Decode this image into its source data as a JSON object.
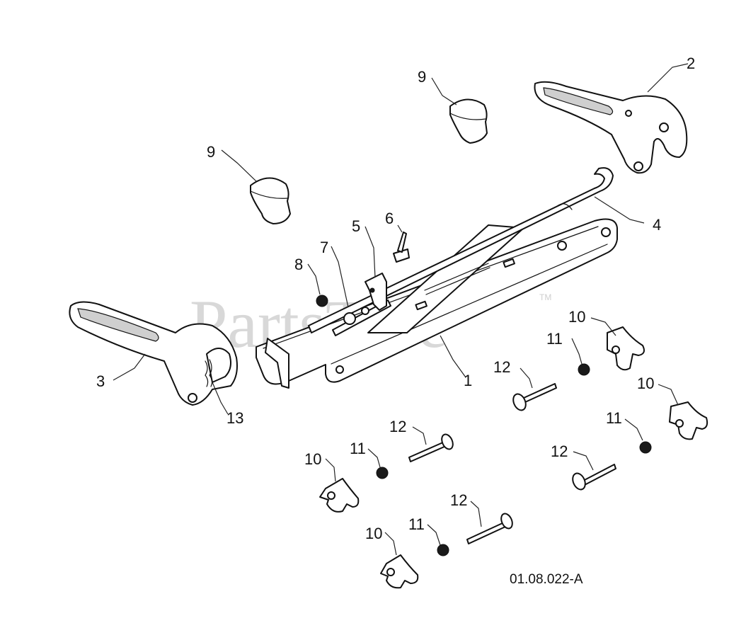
{
  "watermark": {
    "text": "PartsTree",
    "trademark": "TM"
  },
  "drawing_code": "01.08.022-A",
  "callouts": {
    "c1": "1",
    "c2": "2",
    "c3": "3",
    "c4": "4",
    "c5": "5",
    "c6": "6",
    "c7": "7",
    "c8": "8",
    "c9a": "9",
    "c9b": "9",
    "c10a": "10",
    "c10b": "10",
    "c10c": "10",
    "c10d": "10",
    "c11a": "11",
    "c11b": "11",
    "c11c": "11",
    "c11d": "11",
    "c12a": "12",
    "c12b": "12",
    "c12c": "12",
    "c12d": "12",
    "c13": "13"
  }
}
